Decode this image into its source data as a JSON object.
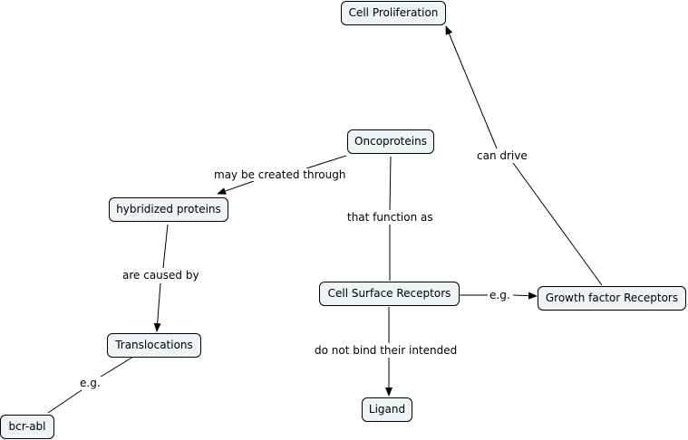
{
  "nodes": {
    "cell_proliferation": "Cell Proliferation",
    "oncoproteins": "Oncoproteins",
    "hybridized_proteins": "hybridized proteins",
    "cell_surface_receptors": "Cell Surface Receptors",
    "growth_factor_receptors": "Growth factor Receptors",
    "translocations": "Translocations",
    "ligand": "Ligand",
    "bcr_abl": "bcr-abl"
  },
  "links": {
    "may_be_created_through": "may be created through",
    "that_function_as": "that function as",
    "can_drive": "can drive",
    "are_caused_by": "are caused by",
    "eg_growth": "e.g.",
    "do_not_bind": "do not bind their intended",
    "eg_bcr": "e.g."
  }
}
